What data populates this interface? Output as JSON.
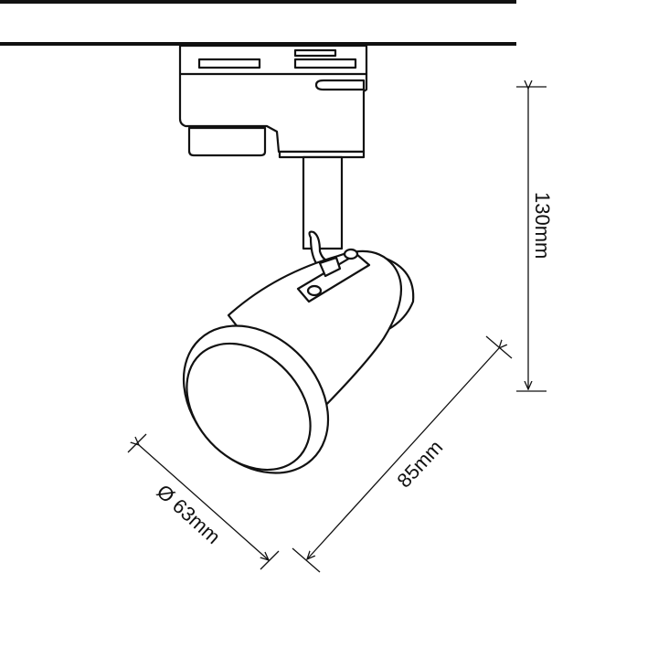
{
  "dimensions": {
    "height": "130mm",
    "length": "85mm",
    "diameter": "Ø 63mm"
  }
}
